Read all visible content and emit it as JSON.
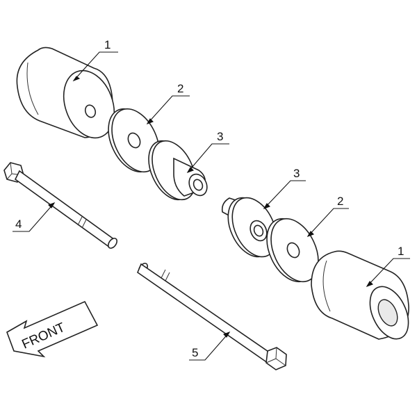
{
  "callouts": {
    "c1_top": "1",
    "c2_top": "2",
    "c3_top": "3",
    "c3_mid": "3",
    "c2_mid": "2",
    "c1_bottom": "1",
    "c4": "4",
    "c5": "5"
  },
  "front_label": "FRONT"
}
